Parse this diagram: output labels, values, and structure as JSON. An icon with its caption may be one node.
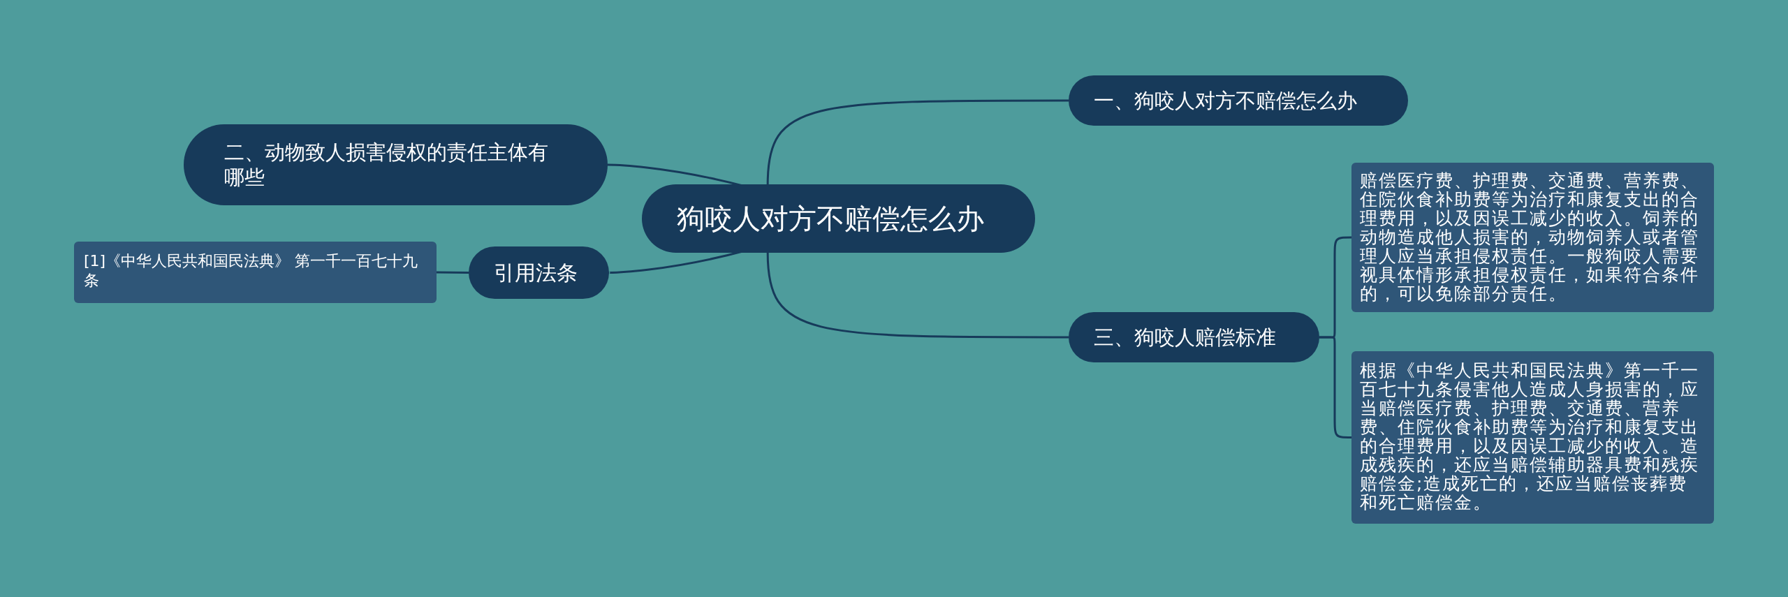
{
  "diagram": {
    "nodes": [
      {
        "text": [
          "狗咬人对方不赔偿怎么办"
        ]
      },
      {
        "text": [
          "一、狗咬人对方不赔偿怎么办"
        ]
      },
      {
        "text": [
          "二、动物致人损害侵权的责任主体有哪些"
        ]
      },
      {
        "text": [
          "引用法条"
        ]
      },
      {
        "text": [
          "[1]《中华人民共和国民法典》 第一千一百七十九条"
        ]
      },
      {
        "text": [
          "三、狗咬人赔偿标准"
        ]
      },
      {
        "text": [
          "赔偿医疗费、护理费、交通费、营养费、住院伙食补助费等为治疗和康复支出的合理费用，以及因误工减少的收入。饲养的动物造成他人损害的，动物饲养人或者管理人应当承担侵权责任。一般狗咬人需要视具体情形承担侵权责任，如果符合条件的，可以免除部分责任。"
        ]
      },
      {
        "text": [
          "根据《中华人民共和国民法典》第一千一百七十九条侵害他人造成人身损害的，应当赔偿医疗费、护理费、交通费、营养费、住院伙食补助费等为治疗和康复支出的合理费用，以及因误工减少的收入。造成残疾的，还应当赔偿辅助器具费和残疾赔偿金;造成死亡的，还应当赔偿丧葬费和死亡赔偿金。"
        ]
      }
    ],
    "edges": [
      {
        "from": 0,
        "to": 1,
        "arrow": "none"
      },
      {
        "from": 0,
        "to": 2,
        "arrow": "none"
      },
      {
        "from": 0,
        "to": 3,
        "arrow": "none"
      },
      {
        "from": 3,
        "to": 4,
        "arrow": "none"
      },
      {
        "from": 0,
        "to": 5,
        "arrow": "none"
      },
      {
        "from": 5,
        "to": 6,
        "arrow": "none"
      },
      {
        "from": 5,
        "to": 7,
        "arrow": "none"
      }
    ]
  }
}
